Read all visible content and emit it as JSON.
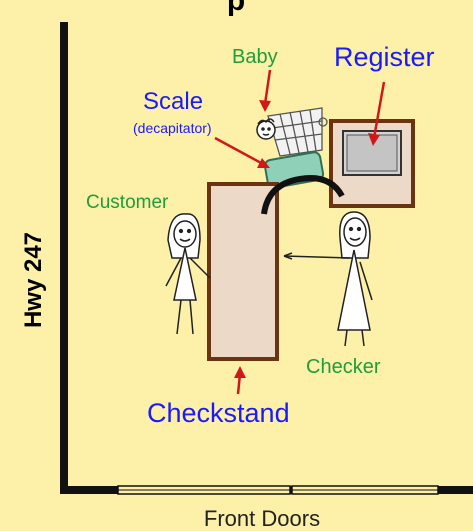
{
  "title_partial": "p",
  "labels": {
    "baby": "Baby",
    "register": "Register",
    "scale": "Scale",
    "scale_note": "(decapitator)",
    "customer": "Customer",
    "checker": "Checker",
    "checkstand": "Checkstand",
    "front_doors": "Front Doors",
    "highway": "Hwy 247"
  },
  "colors": {
    "background": "#fdf0a8",
    "blue_label": "#1a1aff",
    "green_label": "#1e9e3a",
    "arrow": "#d01818",
    "wall": "#111111",
    "counter_fill": "#ecd9c8",
    "counter_border": "#6b3410",
    "scale_fill": "#8fd1b8"
  }
}
